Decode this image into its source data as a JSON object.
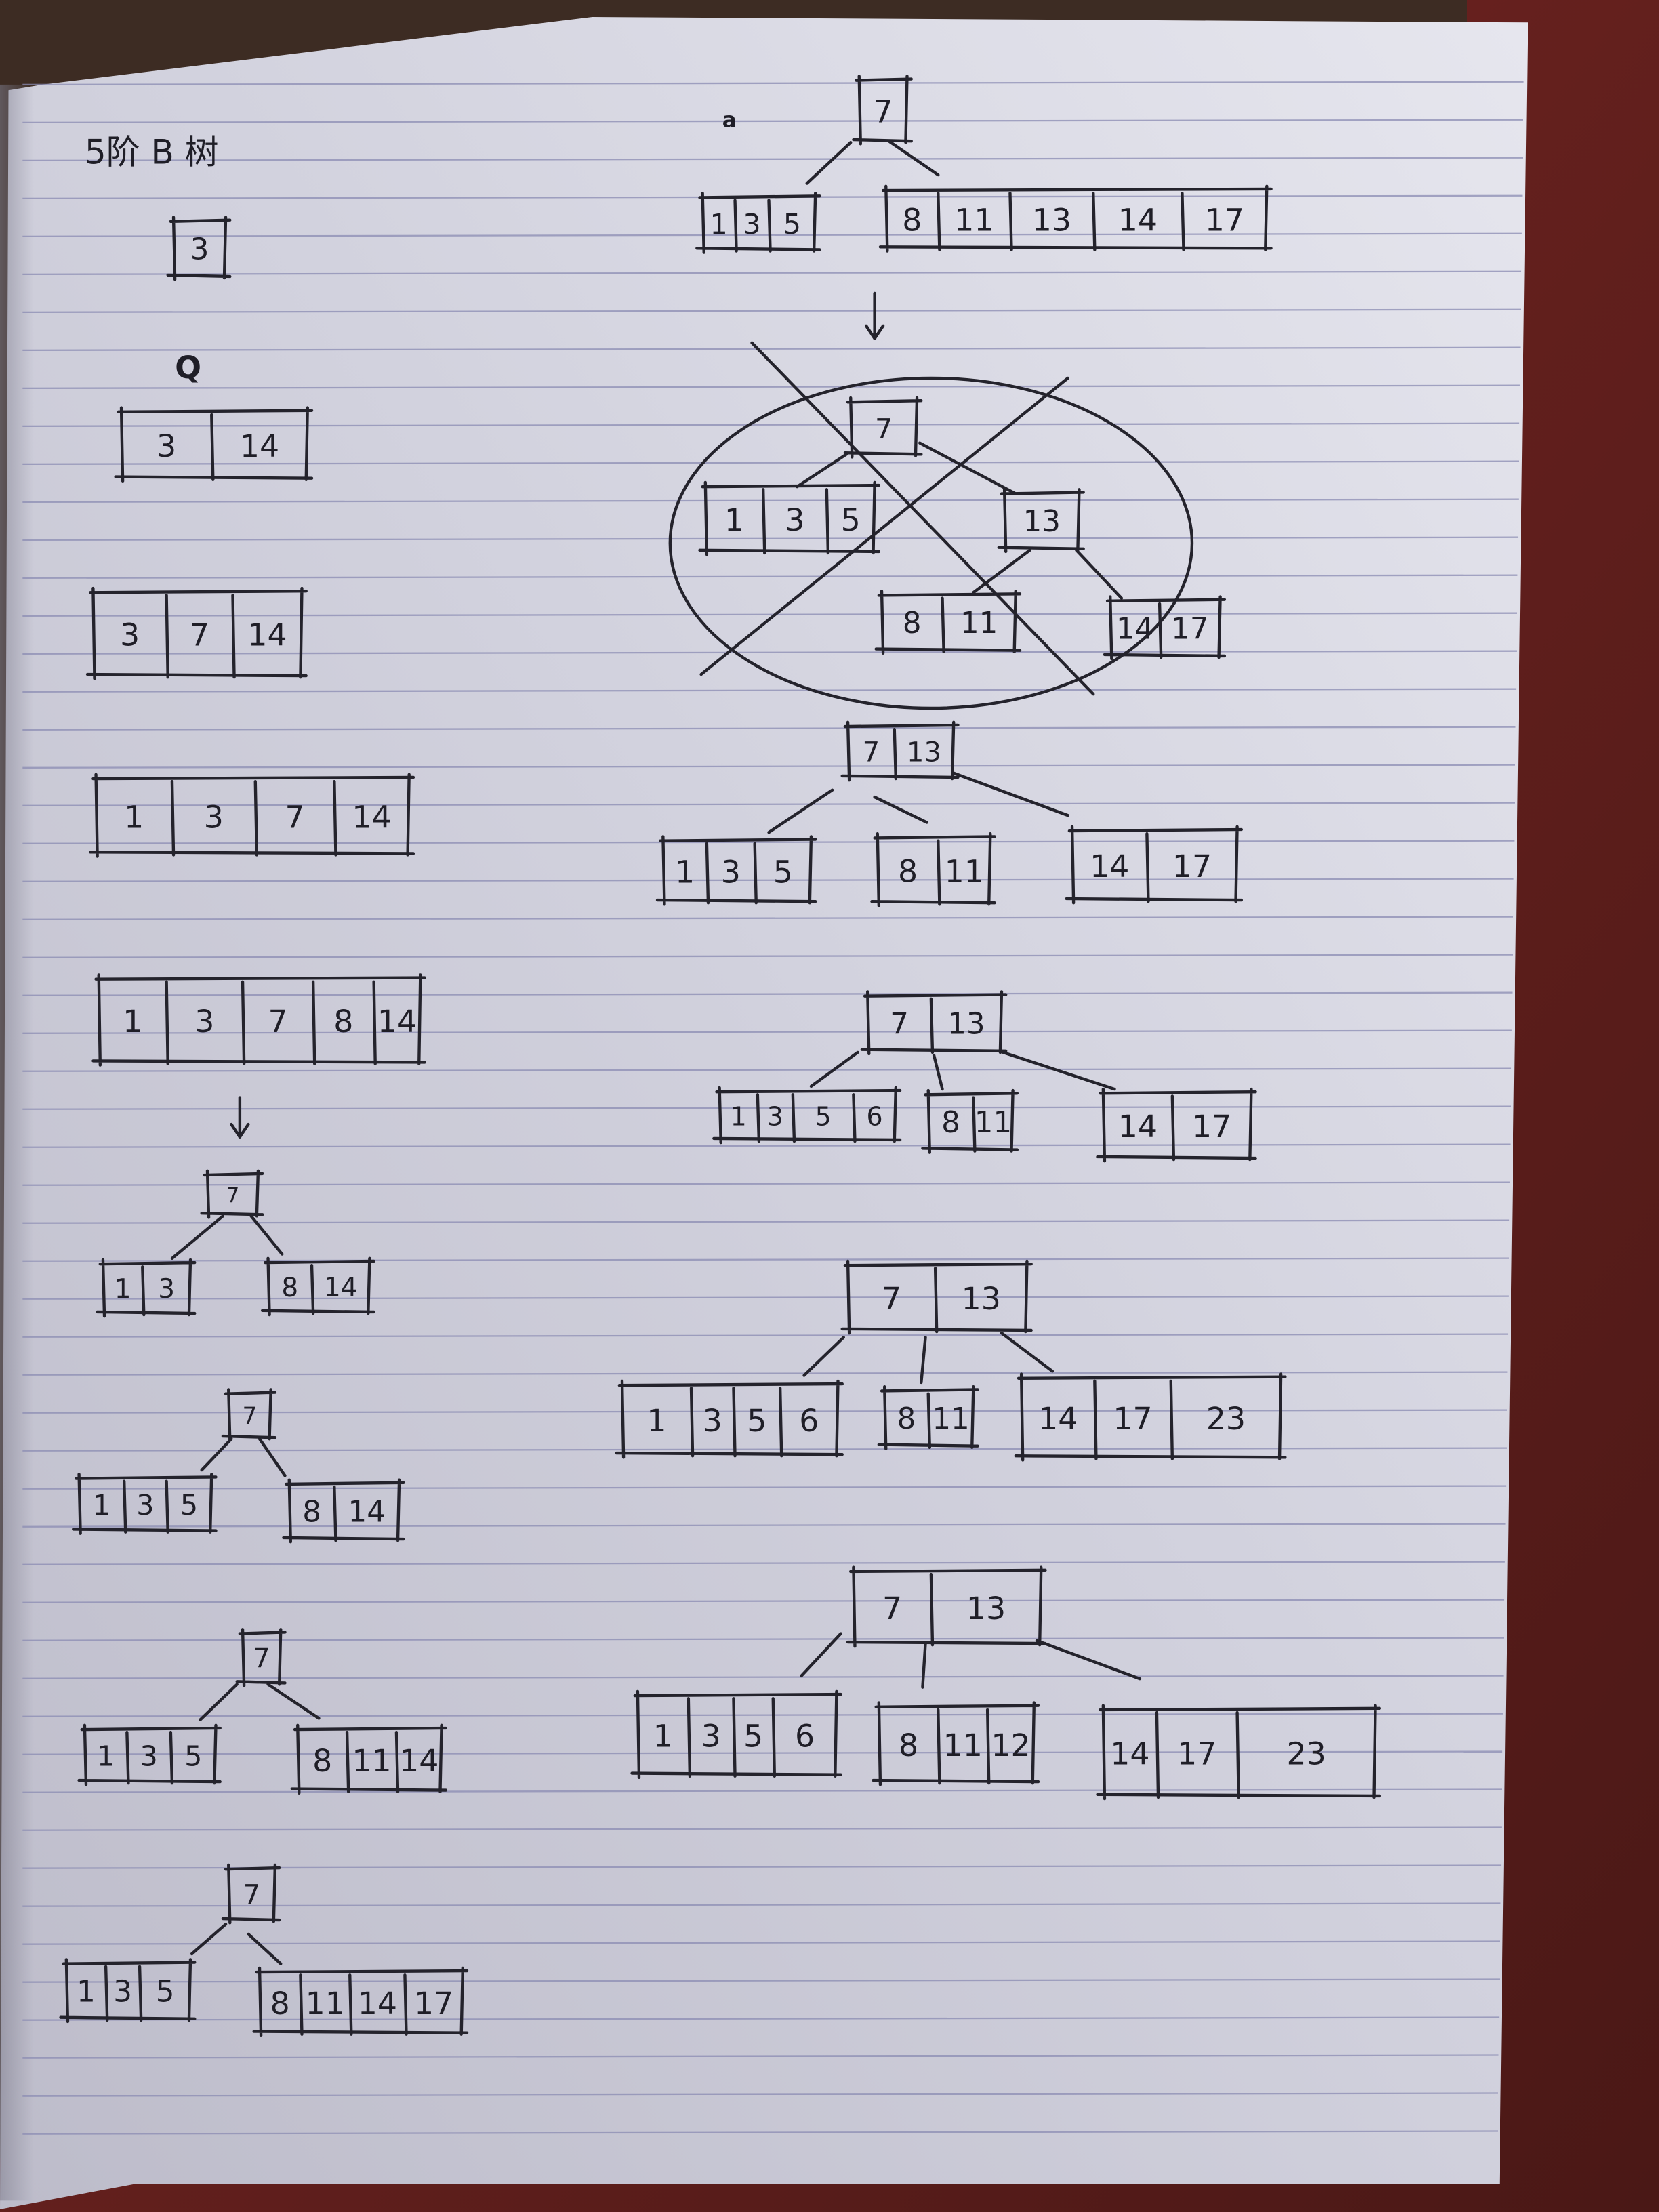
{
  "page": {
    "title": "5阶 B 树",
    "marks": [
      "Q",
      "a"
    ]
  },
  "colors": {
    "paper": "#cfcfdb",
    "ink": "#24232c",
    "rule": "#8b8cb3",
    "cover": "#6e2420"
  },
  "steps": [
    {
      "root": [
        "3"
      ]
    },
    {
      "root": [
        "3",
        "14"
      ]
    },
    {
      "root": [
        "3",
        "7",
        "14"
      ]
    },
    {
      "root": [
        "1",
        "3",
        "7",
        "14"
      ]
    },
    {
      "root": [
        "1",
        "3",
        "7",
        "8",
        "14"
      ]
    },
    {
      "root": [
        "7"
      ],
      "children": [
        [
          "1",
          "3"
        ],
        [
          "8",
          "14"
        ]
      ]
    },
    {
      "root": [
        "7"
      ],
      "children": [
        [
          "1",
          "3",
          "5"
        ],
        [
          "8",
          "14"
        ]
      ]
    },
    {
      "root": [
        "7"
      ],
      "children": [
        [
          "1",
          "3",
          "5"
        ],
        [
          "8",
          "11",
          "14"
        ]
      ]
    },
    {
      "root": [
        "7"
      ],
      "children": [
        [
          "1",
          "3",
          "5"
        ],
        [
          "8",
          "11",
          "14",
          "17"
        ]
      ]
    },
    {
      "root": [
        "7"
      ],
      "children": [
        [
          "1",
          "3",
          "5"
        ],
        [
          "8",
          "11",
          "13",
          "14",
          "17"
        ]
      ]
    },
    {
      "root": [
        "7"
      ],
      "children": [
        [
          "1",
          "3",
          "5"
        ],
        [
          "13"
        ]
      ],
      "grandchildren": [
        [
          "8",
          "11"
        ],
        [
          "14",
          "17"
        ]
      ],
      "crossed_out": true
    },
    {
      "root": [
        "7",
        "13"
      ],
      "children": [
        [
          "1",
          "3",
          "5"
        ],
        [
          "8",
          "11"
        ],
        [
          "14",
          "17"
        ]
      ]
    },
    {
      "root": [
        "7",
        "13"
      ],
      "children": [
        [
          "1",
          "3",
          "5",
          "6"
        ],
        [
          "8",
          "11"
        ],
        [
          "14",
          "17"
        ]
      ]
    },
    {
      "root": [
        "7",
        "13"
      ],
      "children": [
        [
          "1",
          "3",
          "5",
          "6"
        ],
        [
          "8",
          "11"
        ],
        [
          "14",
          "17",
          "23"
        ]
      ]
    },
    {
      "root": [
        "7",
        "13"
      ],
      "children": [
        [
          "1",
          "3",
          "5",
          "6"
        ],
        [
          "8",
          "11",
          "12"
        ],
        [
          "14",
          "17",
          "23"
        ]
      ]
    }
  ]
}
